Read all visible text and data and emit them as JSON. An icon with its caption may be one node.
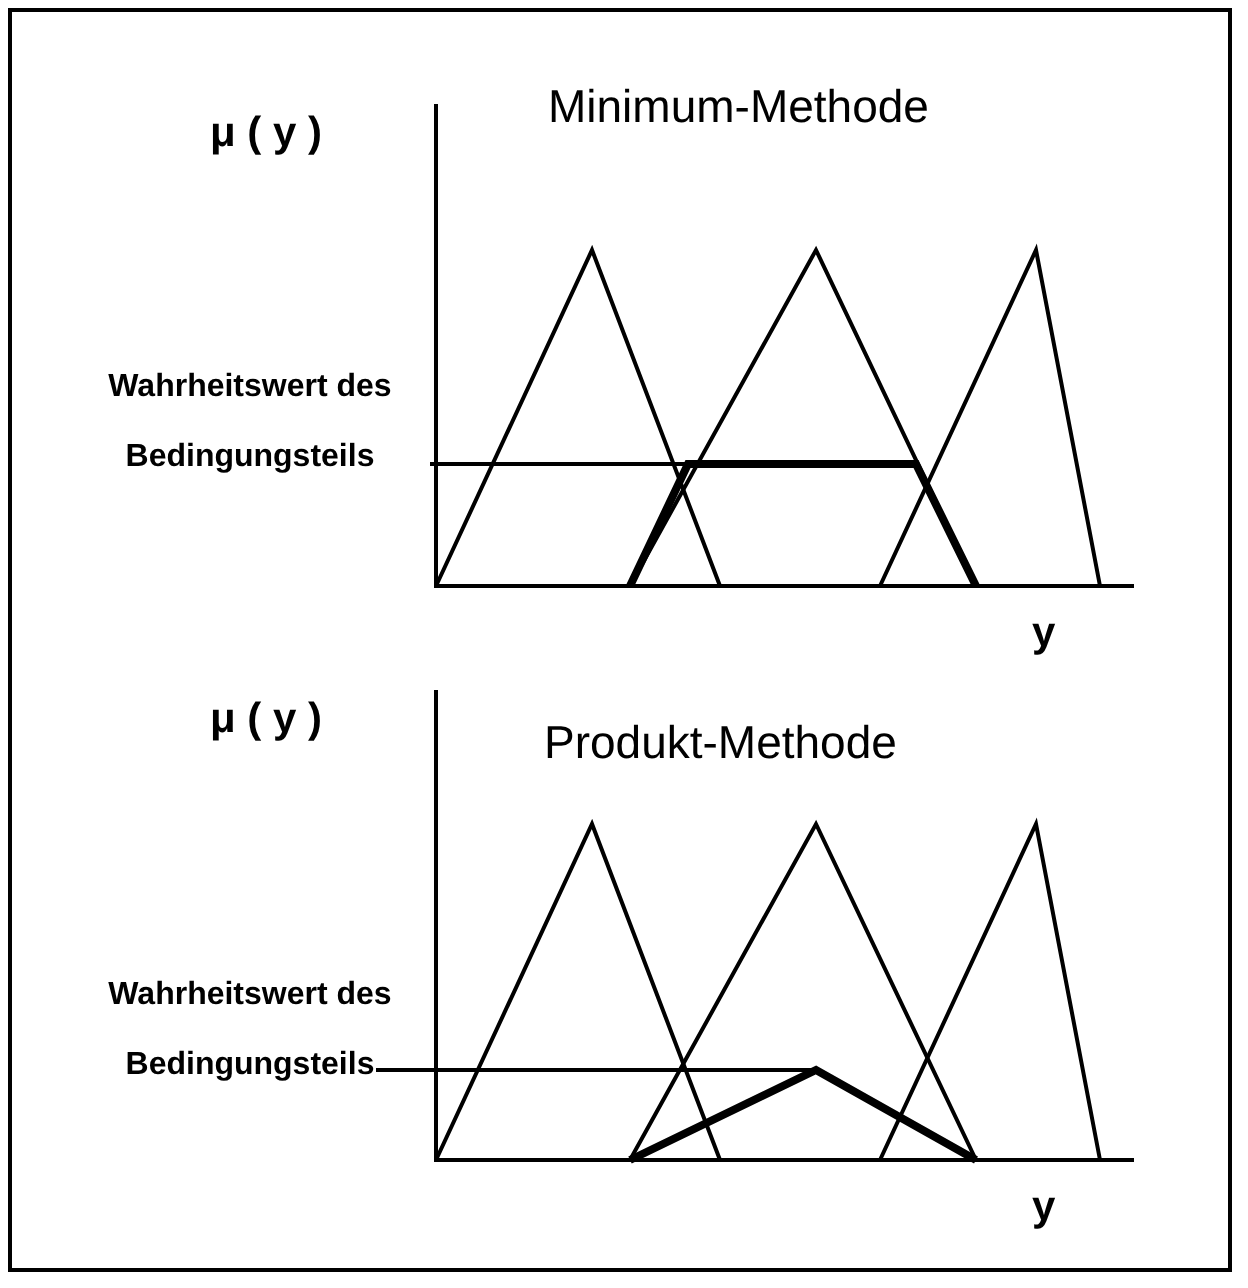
{
  "diagram": {
    "labels": [
      "Minimum-Methode",
      "μ ( y )",
      "Wahrheitswert des Bedingungsteils",
      "y",
      "μ ( y )",
      "Produkt-Methode",
      "Wahrheitswert des Bedingungsteils",
      "y"
    ]
  }
}
